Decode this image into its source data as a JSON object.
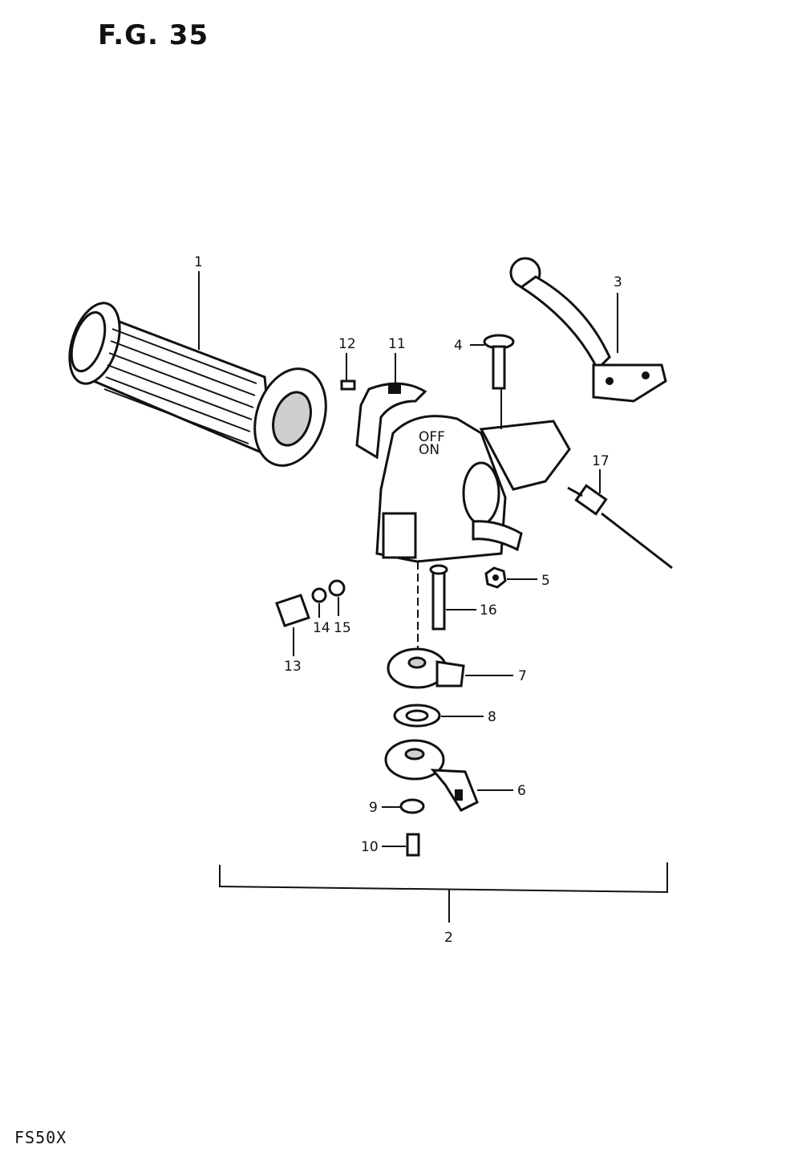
{
  "figure": {
    "title": "F.G. 35",
    "model": "FS50X"
  },
  "callouts": [
    {
      "id": "1",
      "text": "1"
    },
    {
      "id": "2",
      "text": "2"
    },
    {
      "id": "3",
      "text": "3"
    },
    {
      "id": "4",
      "text": "4"
    },
    {
      "id": "5",
      "text": "5"
    },
    {
      "id": "6",
      "text": "6"
    },
    {
      "id": "7",
      "text": "7"
    },
    {
      "id": "8",
      "text": "8"
    },
    {
      "id": "9",
      "text": "9"
    },
    {
      "id": "10",
      "text": "10"
    },
    {
      "id": "11",
      "text": "11"
    },
    {
      "id": "12",
      "text": "12"
    },
    {
      "id": "13",
      "text": "13"
    },
    {
      "id": "14",
      "text": "14"
    },
    {
      "id": "15",
      "text": "15"
    },
    {
      "id": "16",
      "text": "16"
    },
    {
      "id": "17",
      "text": "17"
    }
  ],
  "switch_labels": {
    "top": "OFF",
    "bottom": "ON"
  }
}
